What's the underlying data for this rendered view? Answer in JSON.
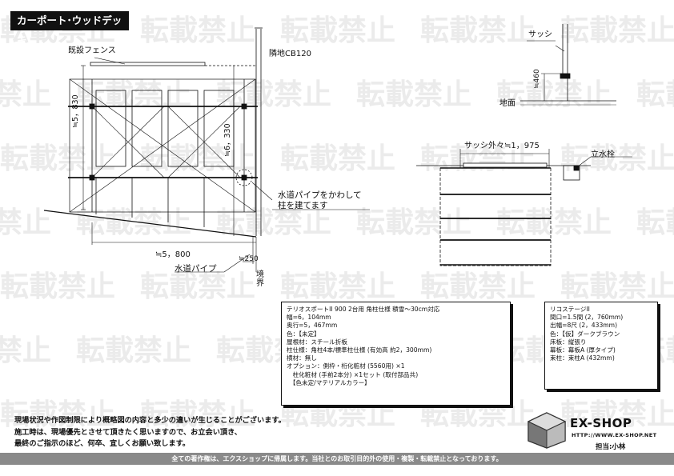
{
  "header": {
    "title": "カーポート･ウッドデッキ"
  },
  "watermark": {
    "text": "転載禁止"
  },
  "plan": {
    "existing_fence": "既設フェンス",
    "neighbor_wall": "隣地CB120",
    "dim_left": "≒5，830",
    "dim_right": "≒6，330",
    "dim_bottom": "≒5，800",
    "dim_pipe": "≒250",
    "water_pipe_note_1": "水道パイプをかわして",
    "water_pipe_note_2": "柱を建てます",
    "water_pipe": "水道パイプ",
    "boundary": "境界"
  },
  "section": {
    "sash": "サッシ",
    "height": "≒460",
    "ground": "地面"
  },
  "deck_plan": {
    "sash_outer": "サッシ外々≒1，975",
    "standpipe": "立水栓"
  },
  "spec_carport": {
    "lines": [
      "テリオスポートII 900 2台用 角柱仕様 積雪～30cm対応",
      "幅=6，104mm",
      "奥行=5，467mm",
      "色：【未定】",
      "屋根材：スチール折板",
      "柱仕様：角柱4本/標準柱仕様 (有効高 約2，300mm)",
      "横材：無し",
      "オプション：側枠・桁化粧材 (5560用) ×1",
      "　柱化粧材 (手前2本分) ×1セット (取付部品共)",
      "　【色未定/マテリアルカラー】"
    ]
  },
  "spec_deck": {
    "lines": [
      "リコステージII",
      "間口=1.5間 (2，760mm)",
      "出幅=8尺 (2，433mm)",
      "色：【仮】ダークブラウン",
      "床板：縦張り",
      "幕板：幕板A (厚タイプ)",
      "束柱：束柱A (432mm)"
    ]
  },
  "notice": {
    "line1": "現場状況や作図制限により概略図の内容と多少の違いが生じることがございます。",
    "line2": "施工時は、現場優先とさせて頂きたく思いますので、お立会い頂き、",
    "line3": "最終のご指示のほど、何卒、宜しくお願い致します。"
  },
  "logo": {
    "name": "EX-SHOP",
    "url": "HTTP://WWW.EX-SHOP.NET",
    "staff": "担当:小林"
  },
  "footer": {
    "text": "全ての著作権は、エクスショップに帰属します。当社とのお取引目的外の使用・複製・転載禁止となっております。"
  }
}
